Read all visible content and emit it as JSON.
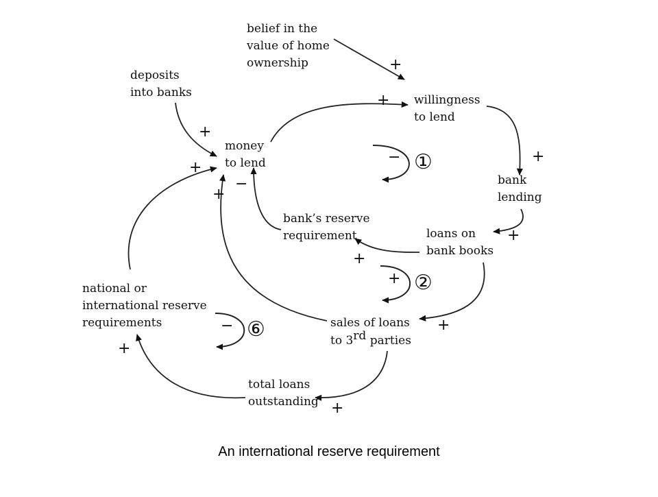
{
  "nodes": {
    "belief": [
      "belief in the",
      "value of home",
      "ownership"
    ],
    "deposits": [
      "deposits",
      "into banks"
    ],
    "willingness": [
      "willingness",
      "to lend"
    ],
    "money": [
      "money",
      "to lend"
    ],
    "bank_lending": [
      "bank",
      "lending"
    ],
    "reserve": [
      "bank’s reserve",
      "requirement"
    ],
    "loans_books": [
      "loans on",
      "bank books"
    ],
    "national": [
      "national or",
      "international reserve",
      "requirements"
    ],
    "sales": {
      "line1": "sales of loans",
      "line2_pre": "to 3",
      "line2_sup": "rd",
      "line2_post": " parties"
    },
    "total": [
      "total loans",
      "outstanding"
    ]
  },
  "loops": {
    "loop1": {
      "polarity": "−",
      "number": "①"
    },
    "loop2": {
      "polarity": "+",
      "number": "②"
    },
    "loop6": {
      "polarity": "−",
      "number": "⑥"
    }
  },
  "link_signs": {
    "belief_willingness": "+",
    "money_willingness": "+",
    "deposits_money": "+",
    "national_money": "+",
    "sales_money": "+",
    "willingness_lending": "+",
    "reserve_money": "−",
    "lending_books": "+",
    "books_reserve": "+",
    "books_sales": "+",
    "sales_total": "+",
    "total_national": "+"
  },
  "caption": "An international reserve requirement"
}
